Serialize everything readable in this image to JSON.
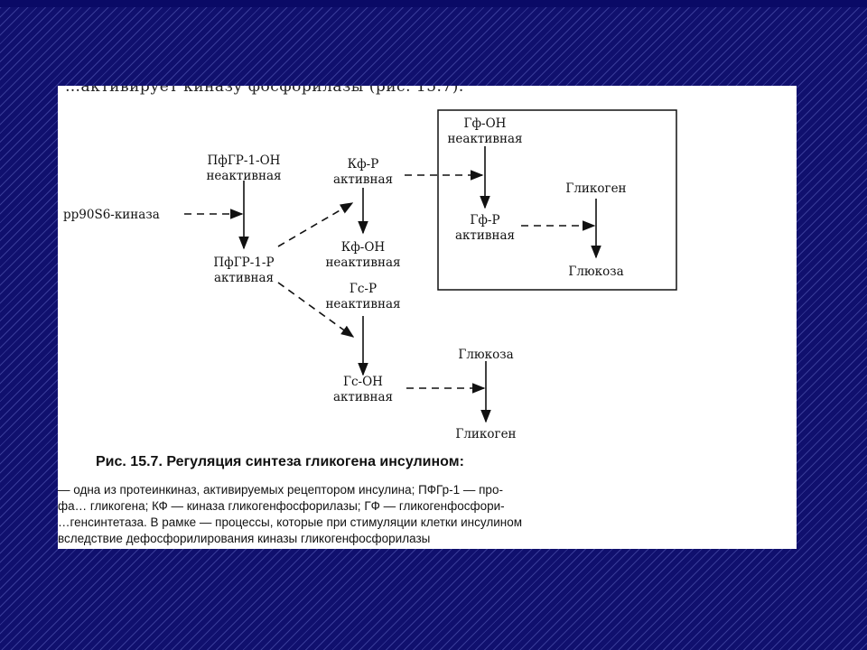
{
  "top_text": "…активирует киназу фосфорилазы (рис. 15.7).",
  "nodes": {
    "pfgr_oh": [
      "ПфГР-1-ОН",
      "неактивная"
    ],
    "pfgr_p": [
      "ПфГР-1-Р",
      "активная"
    ],
    "kinase": "рр90S6-киназа",
    "kf_p": [
      "Кф-Р",
      "активная"
    ],
    "kf_oh": [
      "Кф-ОН",
      "неактивная"
    ],
    "gs_p": [
      "Гс-Р",
      "неактивная"
    ],
    "gs_oh": [
      "Гс-ОН",
      "активная"
    ],
    "gf_oh": [
      "Гф-ОН",
      "неактивная"
    ],
    "gf_p": [
      "Гф-Р",
      "активная"
    ],
    "glycogen_top": "Гликоген",
    "glucose_box": "Глюкоза",
    "glucose_bottom": "Глюкоза",
    "glycogen_bottom": "Гликоген"
  },
  "caption": "Рис. 15.7. Регуляция синтеза гликогена инсулином:",
  "description": [
    "— одна из протеинкиназ, активируемых рецептором инсулина; ПФГр-1 — про-",
    "фа… гликогена; КФ — киназа гликогенфосфорилазы; ГФ — гликогенфосфори-",
    "…генсинтетаза. В рамке — процессы, которые при стимуляции клетки инсулином",
    "вследствие дефосфорилирования киназы гликогенфосфорилазы"
  ]
}
